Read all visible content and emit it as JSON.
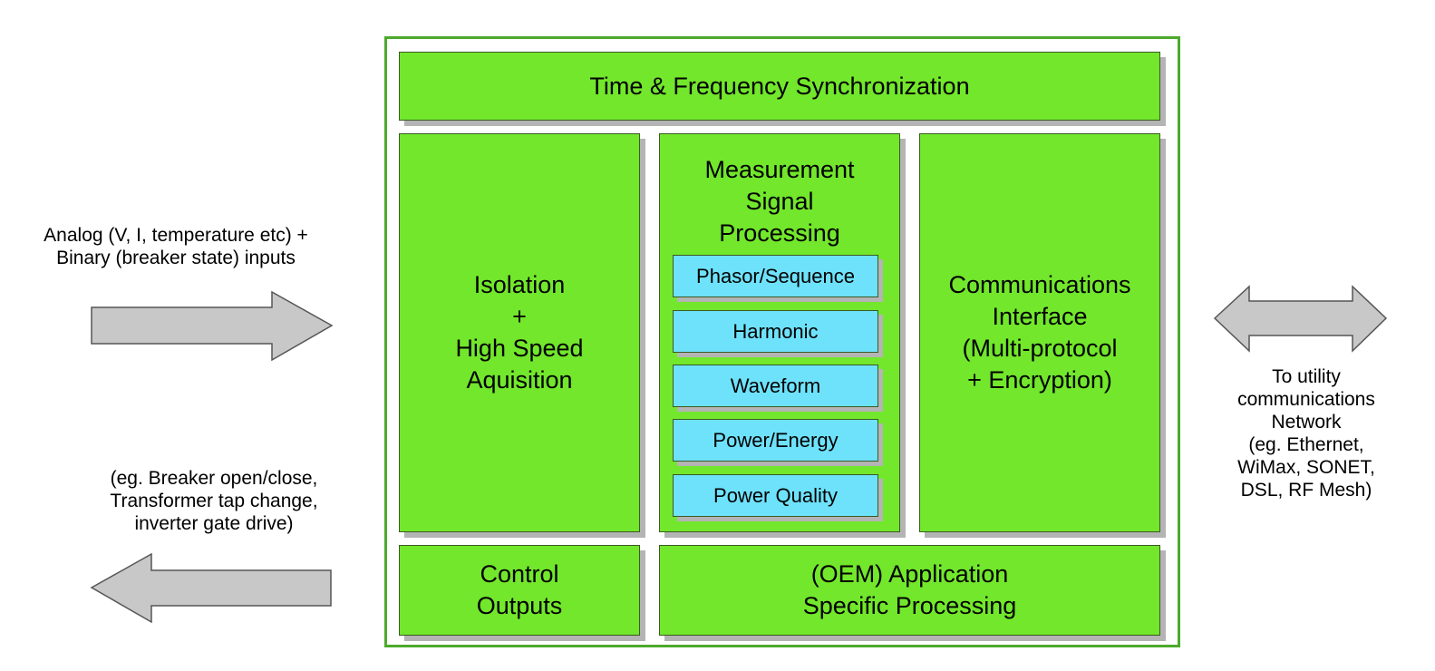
{
  "boxes": {
    "sync": "Time & Frequency Synchronization",
    "isolation": [
      "Isolation",
      "+",
      "High Speed",
      "Aquisition"
    ],
    "measurement": [
      "Measurement",
      "Signal",
      "Processing"
    ],
    "communications": [
      "Communications",
      "Interface",
      "(Multi-protocol",
      "+ Encryption)"
    ],
    "control": [
      "Control",
      "Outputs"
    ],
    "oem": [
      "(OEM) Application",
      "Specific Processing"
    ]
  },
  "measurement_items": [
    "Phasor/Sequence",
    "Harmonic",
    "Waveform",
    "Power/Energy",
    "Power Quality"
  ],
  "labels": {
    "inputs": [
      "Analog (V, I, temperature etc) +",
      "Binary (breaker state) inputs"
    ],
    "outputs": [
      "(eg. Breaker open/close,",
      "Transformer tap change,",
      "inverter gate drive)"
    ],
    "network": [
      "To utility",
      "communications",
      "Network",
      "(eg. Ethernet,",
      "WiMax, SONET,",
      "DSL, RF Mesh)"
    ]
  },
  "colors": {
    "block_green": "#72e72c",
    "frame_green": "#4caa2c",
    "item_blue": "#6ee2fb",
    "arrow_gray": "#c8c8c8"
  }
}
